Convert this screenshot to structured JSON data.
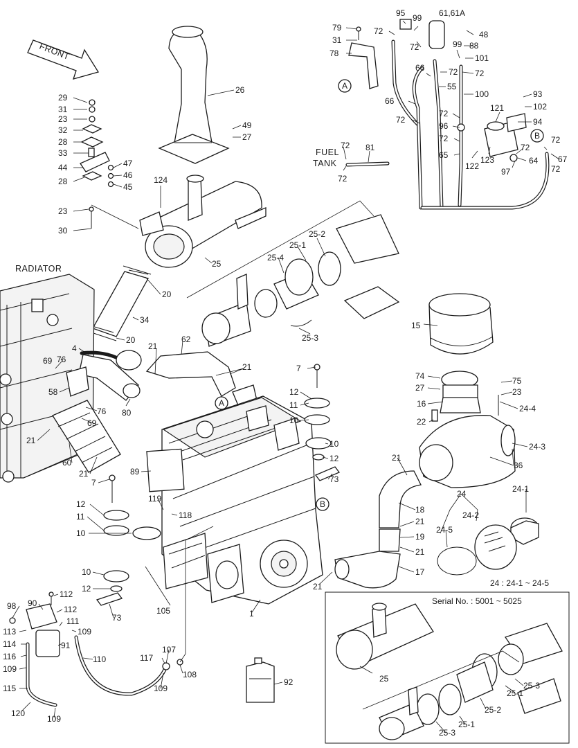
{
  "texts": {
    "front": "FRONT",
    "radiator": "RADIATOR",
    "fuel": "FUEL",
    "tank": "TANK",
    "serial": "Serial No. : 5001 ~ 5025",
    "kit_note": "24 : 24-1 ~ 24-5",
    "ref_a": "A",
    "ref_b": "B"
  },
  "callouts": [
    {
      "id": "c26",
      "text": "26"
    },
    {
      "id": "c49",
      "text": "49"
    },
    {
      "id": "c27a",
      "text": "27"
    },
    {
      "id": "c29",
      "text": "29"
    },
    {
      "id": "c31a",
      "text": "31"
    },
    {
      "id": "c23a",
      "text": "23"
    },
    {
      "id": "c32",
      "text": "32"
    },
    {
      "id": "c28a",
      "text": "28"
    },
    {
      "id": "c33",
      "text": "33"
    },
    {
      "id": "c44",
      "text": "44"
    },
    {
      "id": "c47",
      "text": "47"
    },
    {
      "id": "c46",
      "text": "46"
    },
    {
      "id": "c28b",
      "text": "28"
    },
    {
      "id": "c45",
      "text": "45"
    },
    {
      "id": "c124",
      "text": "124"
    },
    {
      "id": "c23b",
      "text": "23"
    },
    {
      "id": "c30",
      "text": "30"
    },
    {
      "id": "c25a",
      "text": "25"
    },
    {
      "id": "c20a",
      "text": "20"
    },
    {
      "id": "c34",
      "text": "34"
    },
    {
      "id": "c20b",
      "text": "20"
    },
    {
      "id": "c79",
      "text": "79"
    },
    {
      "id": "c31b",
      "text": "31"
    },
    {
      "id": "c78",
      "text": "78"
    },
    {
      "id": "c95",
      "text": "95"
    },
    {
      "id": "c99a",
      "text": "99"
    },
    {
      "id": "c6161a",
      "text": "61,61A"
    },
    {
      "id": "c72a",
      "text": "72"
    },
    {
      "id": "c72b",
      "text": "72"
    },
    {
      "id": "c48",
      "text": "48"
    },
    {
      "id": "c88",
      "text": "88"
    },
    {
      "id": "c99b",
      "text": "99"
    },
    {
      "id": "c101",
      "text": "101"
    },
    {
      "id": "c66a",
      "text": "66"
    },
    {
      "id": "c72c",
      "text": "72"
    },
    {
      "id": "c72d",
      "text": "72"
    },
    {
      "id": "c55",
      "text": "55"
    },
    {
      "id": "c66b",
      "text": "66"
    },
    {
      "id": "c100",
      "text": "100"
    },
    {
      "id": "c93",
      "text": "93"
    },
    {
      "id": "c102",
      "text": "102"
    },
    {
      "id": "c72e",
      "text": "72"
    },
    {
      "id": "c121",
      "text": "121"
    },
    {
      "id": "c72f",
      "text": "72"
    },
    {
      "id": "c94",
      "text": "94"
    },
    {
      "id": "c96",
      "text": "96"
    },
    {
      "id": "c72g",
      "text": "72"
    },
    {
      "id": "c72h",
      "text": "72"
    },
    {
      "id": "c72i",
      "text": "72"
    },
    {
      "id": "c81",
      "text": "81"
    },
    {
      "id": "c65",
      "text": "65"
    },
    {
      "id": "c72j",
      "text": "72"
    },
    {
      "id": "c122",
      "text": "122"
    },
    {
      "id": "c123",
      "text": "123"
    },
    {
      "id": "c64",
      "text": "64"
    },
    {
      "id": "c97",
      "text": "97"
    },
    {
      "id": "c72k",
      "text": "72"
    },
    {
      "id": "c67",
      "text": "67"
    },
    {
      "id": "c72l",
      "text": "72"
    },
    {
      "id": "c252a",
      "text": "25-2"
    },
    {
      "id": "c251a",
      "text": "25-1"
    },
    {
      "id": "c254",
      "text": "25-4"
    },
    {
      "id": "c253a",
      "text": "25-3"
    },
    {
      "id": "c15",
      "text": "15"
    },
    {
      "id": "c21a",
      "text": "21"
    },
    {
      "id": "c62",
      "text": "62"
    },
    {
      "id": "c21b",
      "text": "21"
    },
    {
      "id": "c4",
      "text": "4"
    },
    {
      "id": "c69a",
      "text": "69"
    },
    {
      "id": "c76a",
      "text": "76"
    },
    {
      "id": "c58",
      "text": "58"
    },
    {
      "id": "c76b",
      "text": "76"
    },
    {
      "id": "c80",
      "text": "80"
    },
    {
      "id": "c69b",
      "text": "69"
    },
    {
      "id": "c21c",
      "text": "21"
    },
    {
      "id": "c60",
      "text": "60"
    },
    {
      "id": "c21d",
      "text": "21"
    },
    {
      "id": "c7a",
      "text": "7"
    },
    {
      "id": "c12a",
      "text": "12"
    },
    {
      "id": "c11a",
      "text": "11"
    },
    {
      "id": "c10a",
      "text": "10"
    },
    {
      "id": "c10b",
      "text": "10"
    },
    {
      "id": "c12b",
      "text": "12"
    },
    {
      "id": "c73a",
      "text": "73"
    },
    {
      "id": "c74",
      "text": "74"
    },
    {
      "id": "c27b",
      "text": "27"
    },
    {
      "id": "c16",
      "text": "16"
    },
    {
      "id": "c75",
      "text": "75"
    },
    {
      "id": "c23c",
      "text": "23"
    },
    {
      "id": "c244",
      "text": "24-4"
    },
    {
      "id": "c22",
      "text": "22"
    },
    {
      "id": "c243",
      "text": "24-3"
    },
    {
      "id": "c36",
      "text": "36"
    },
    {
      "id": "c21e",
      "text": "21"
    },
    {
      "id": "c89",
      "text": "89"
    },
    {
      "id": "c7b",
      "text": "7"
    },
    {
      "id": "c119",
      "text": "119"
    },
    {
      "id": "c118",
      "text": "118"
    },
    {
      "id": "c12c",
      "text": "12"
    },
    {
      "id": "c11b",
      "text": "11"
    },
    {
      "id": "c10c",
      "text": "10"
    },
    {
      "id": "c24",
      "text": "24"
    },
    {
      "id": "c241",
      "text": "24-1"
    },
    {
      "id": "c242",
      "text": "24-2"
    },
    {
      "id": "c18",
      "text": "18"
    },
    {
      "id": "c21f",
      "text": "21"
    },
    {
      "id": "c245",
      "text": "24-5"
    },
    {
      "id": "c19",
      "text": "19"
    },
    {
      "id": "c21g",
      "text": "21"
    },
    {
      "id": "c17",
      "text": "17"
    },
    {
      "id": "c21h",
      "text": "21"
    },
    {
      "id": "c10d",
      "text": "10"
    },
    {
      "id": "c12d",
      "text": "12"
    },
    {
      "id": "c73b",
      "text": "73"
    },
    {
      "id": "c105",
      "text": "105"
    },
    {
      "id": "c1",
      "text": "1"
    },
    {
      "id": "c98",
      "text": "98"
    },
    {
      "id": "c90",
      "text": "90"
    },
    {
      "id": "c112a",
      "text": "112"
    },
    {
      "id": "c112b",
      "text": "112"
    },
    {
      "id": "c113",
      "text": "113"
    },
    {
      "id": "c111",
      "text": "111"
    },
    {
      "id": "c109a",
      "text": "109"
    },
    {
      "id": "c114",
      "text": "114"
    },
    {
      "id": "c91",
      "text": "91"
    },
    {
      "id": "c116",
      "text": "116"
    },
    {
      "id": "c110",
      "text": "110"
    },
    {
      "id": "c109b",
      "text": "109"
    },
    {
      "id": "c117",
      "text": "117"
    },
    {
      "id": "c107",
      "text": "107"
    },
    {
      "id": "c108",
      "text": "108"
    },
    {
      "id": "c109c",
      "text": "109"
    },
    {
      "id": "c115",
      "text": "115"
    },
    {
      "id": "c120",
      "text": "120"
    },
    {
      "id": "c109d",
      "text": "109"
    },
    {
      "id": "c92",
      "text": "92"
    },
    {
      "id": "c25b",
      "text": "25"
    },
    {
      "id": "c253b",
      "text": "25-3"
    },
    {
      "id": "c251b",
      "text": "25-1"
    },
    {
      "id": "c252b",
      "text": "25-2"
    },
    {
      "id": "c251c",
      "text": "25-1"
    },
    {
      "id": "c253c",
      "text": "25-3"
    }
  ]
}
